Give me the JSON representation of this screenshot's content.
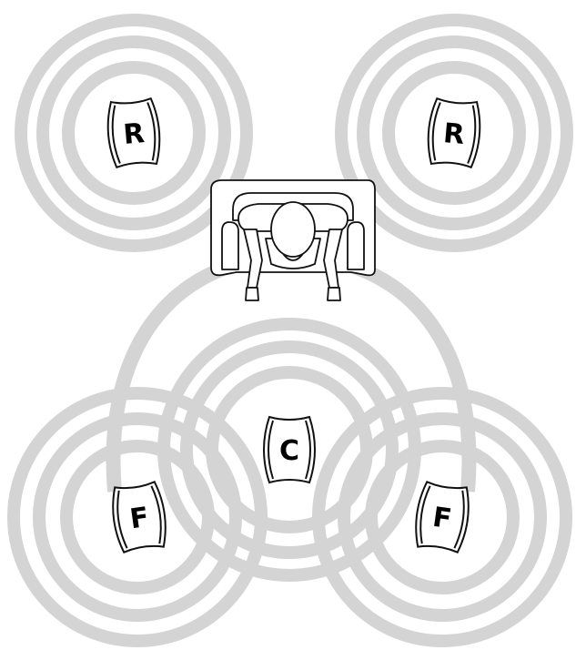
{
  "colors": {
    "wave": "#d4d4d4",
    "line": "#111111",
    "background": "#ffffff"
  },
  "speakers": [
    {
      "id": "rear-left",
      "label": "R",
      "icon": "speaker-icon"
    },
    {
      "id": "rear-right",
      "label": "R",
      "icon": "speaker-icon"
    },
    {
      "id": "center",
      "label": "C",
      "icon": "speaker-icon"
    },
    {
      "id": "front-left",
      "label": "F",
      "icon": "speaker-icon"
    },
    {
      "id": "front-right",
      "label": "F",
      "icon": "speaker-icon"
    }
  ],
  "listener": {
    "icon": "person-in-chair-icon"
  }
}
